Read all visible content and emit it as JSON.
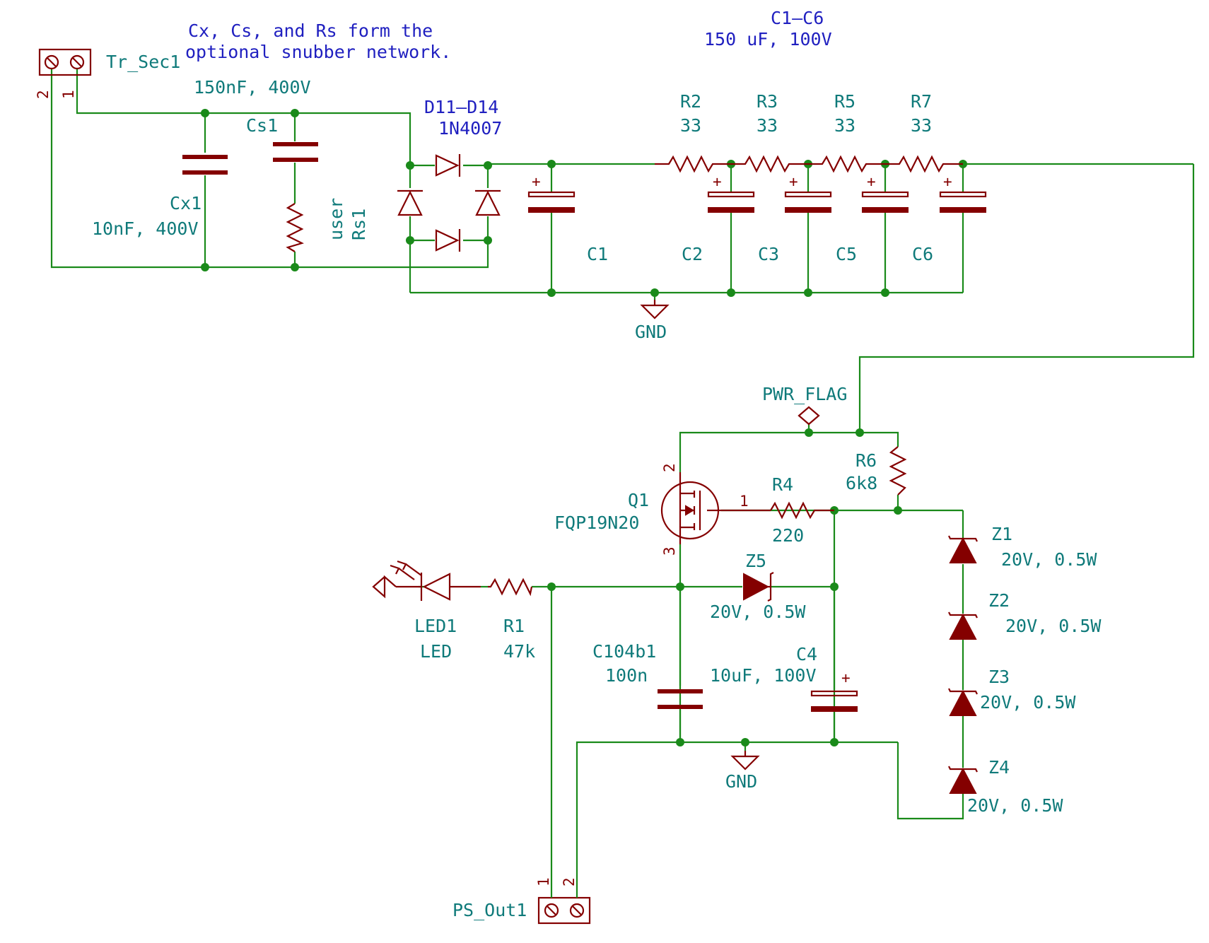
{
  "notes": {
    "snubber_line1": "Cx, Cs, and Rs form the",
    "snubber_line2": "optional snubber network.",
    "caps_range": "C1–C6",
    "caps_value": "150 uF, 100V",
    "bridge_range": "D11–D14",
    "bridge_part": "1N4007"
  },
  "connectors": {
    "tr_sec": {
      "ref": "Tr_Sec1",
      "pin1": "1",
      "pin2": "2"
    },
    "ps_out": {
      "ref": "PS_Out1",
      "pin1": "1",
      "pin2": "2"
    }
  },
  "snubber": {
    "cs_value": "150nF, 400V",
    "cs_ref": "Cs1",
    "cx_ref": "Cx1",
    "cx_value": "10nF, 400V",
    "rs_value": "user",
    "rs_ref": "Rs1"
  },
  "filter": {
    "resistors": [
      {
        "ref": "R2",
        "value": "33"
      },
      {
        "ref": "R3",
        "value": "33"
      },
      {
        "ref": "R5",
        "value": "33"
      },
      {
        "ref": "R7",
        "value": "33"
      }
    ],
    "capacitors": [
      "C1",
      "C2",
      "C3",
      "C5",
      "C6"
    ],
    "polarity_mark": "+"
  },
  "gnd_label": "GND",
  "pwr_flag": "PWR_FLAG",
  "regulator": {
    "q1_ref": "Q1",
    "q1_part": "FQP19N20",
    "q1_pin_gate": "1",
    "q1_pin_drain": "2",
    "q1_pin_source": "3",
    "r6_ref": "R6",
    "r6_value": "6k8",
    "r4_ref": "R4",
    "r4_value": "220",
    "z5_ref": "Z5",
    "z5_value": "20V, 0.5W",
    "c104_ref": "C104b1",
    "c104_value": "100n",
    "c4_ref": "C4",
    "c4_value": "10uF, 100V"
  },
  "zeners": [
    {
      "ref": "Z1",
      "value": "20V, 0.5W"
    },
    {
      "ref": "Z2",
      "value": "20V, 0.5W"
    },
    {
      "ref": "Z3",
      "value": "20V, 0.5W"
    },
    {
      "ref": "Z4",
      "value": "20V, 0.5W"
    }
  ],
  "indicator": {
    "led_ref": "LED1",
    "led_value": "LED",
    "r1_ref": "R1",
    "r1_value": "47k"
  },
  "colors": {
    "wire": "#1a8a1a",
    "component": "#840000",
    "label": "#0f7a7a",
    "note": "#2020c0"
  }
}
